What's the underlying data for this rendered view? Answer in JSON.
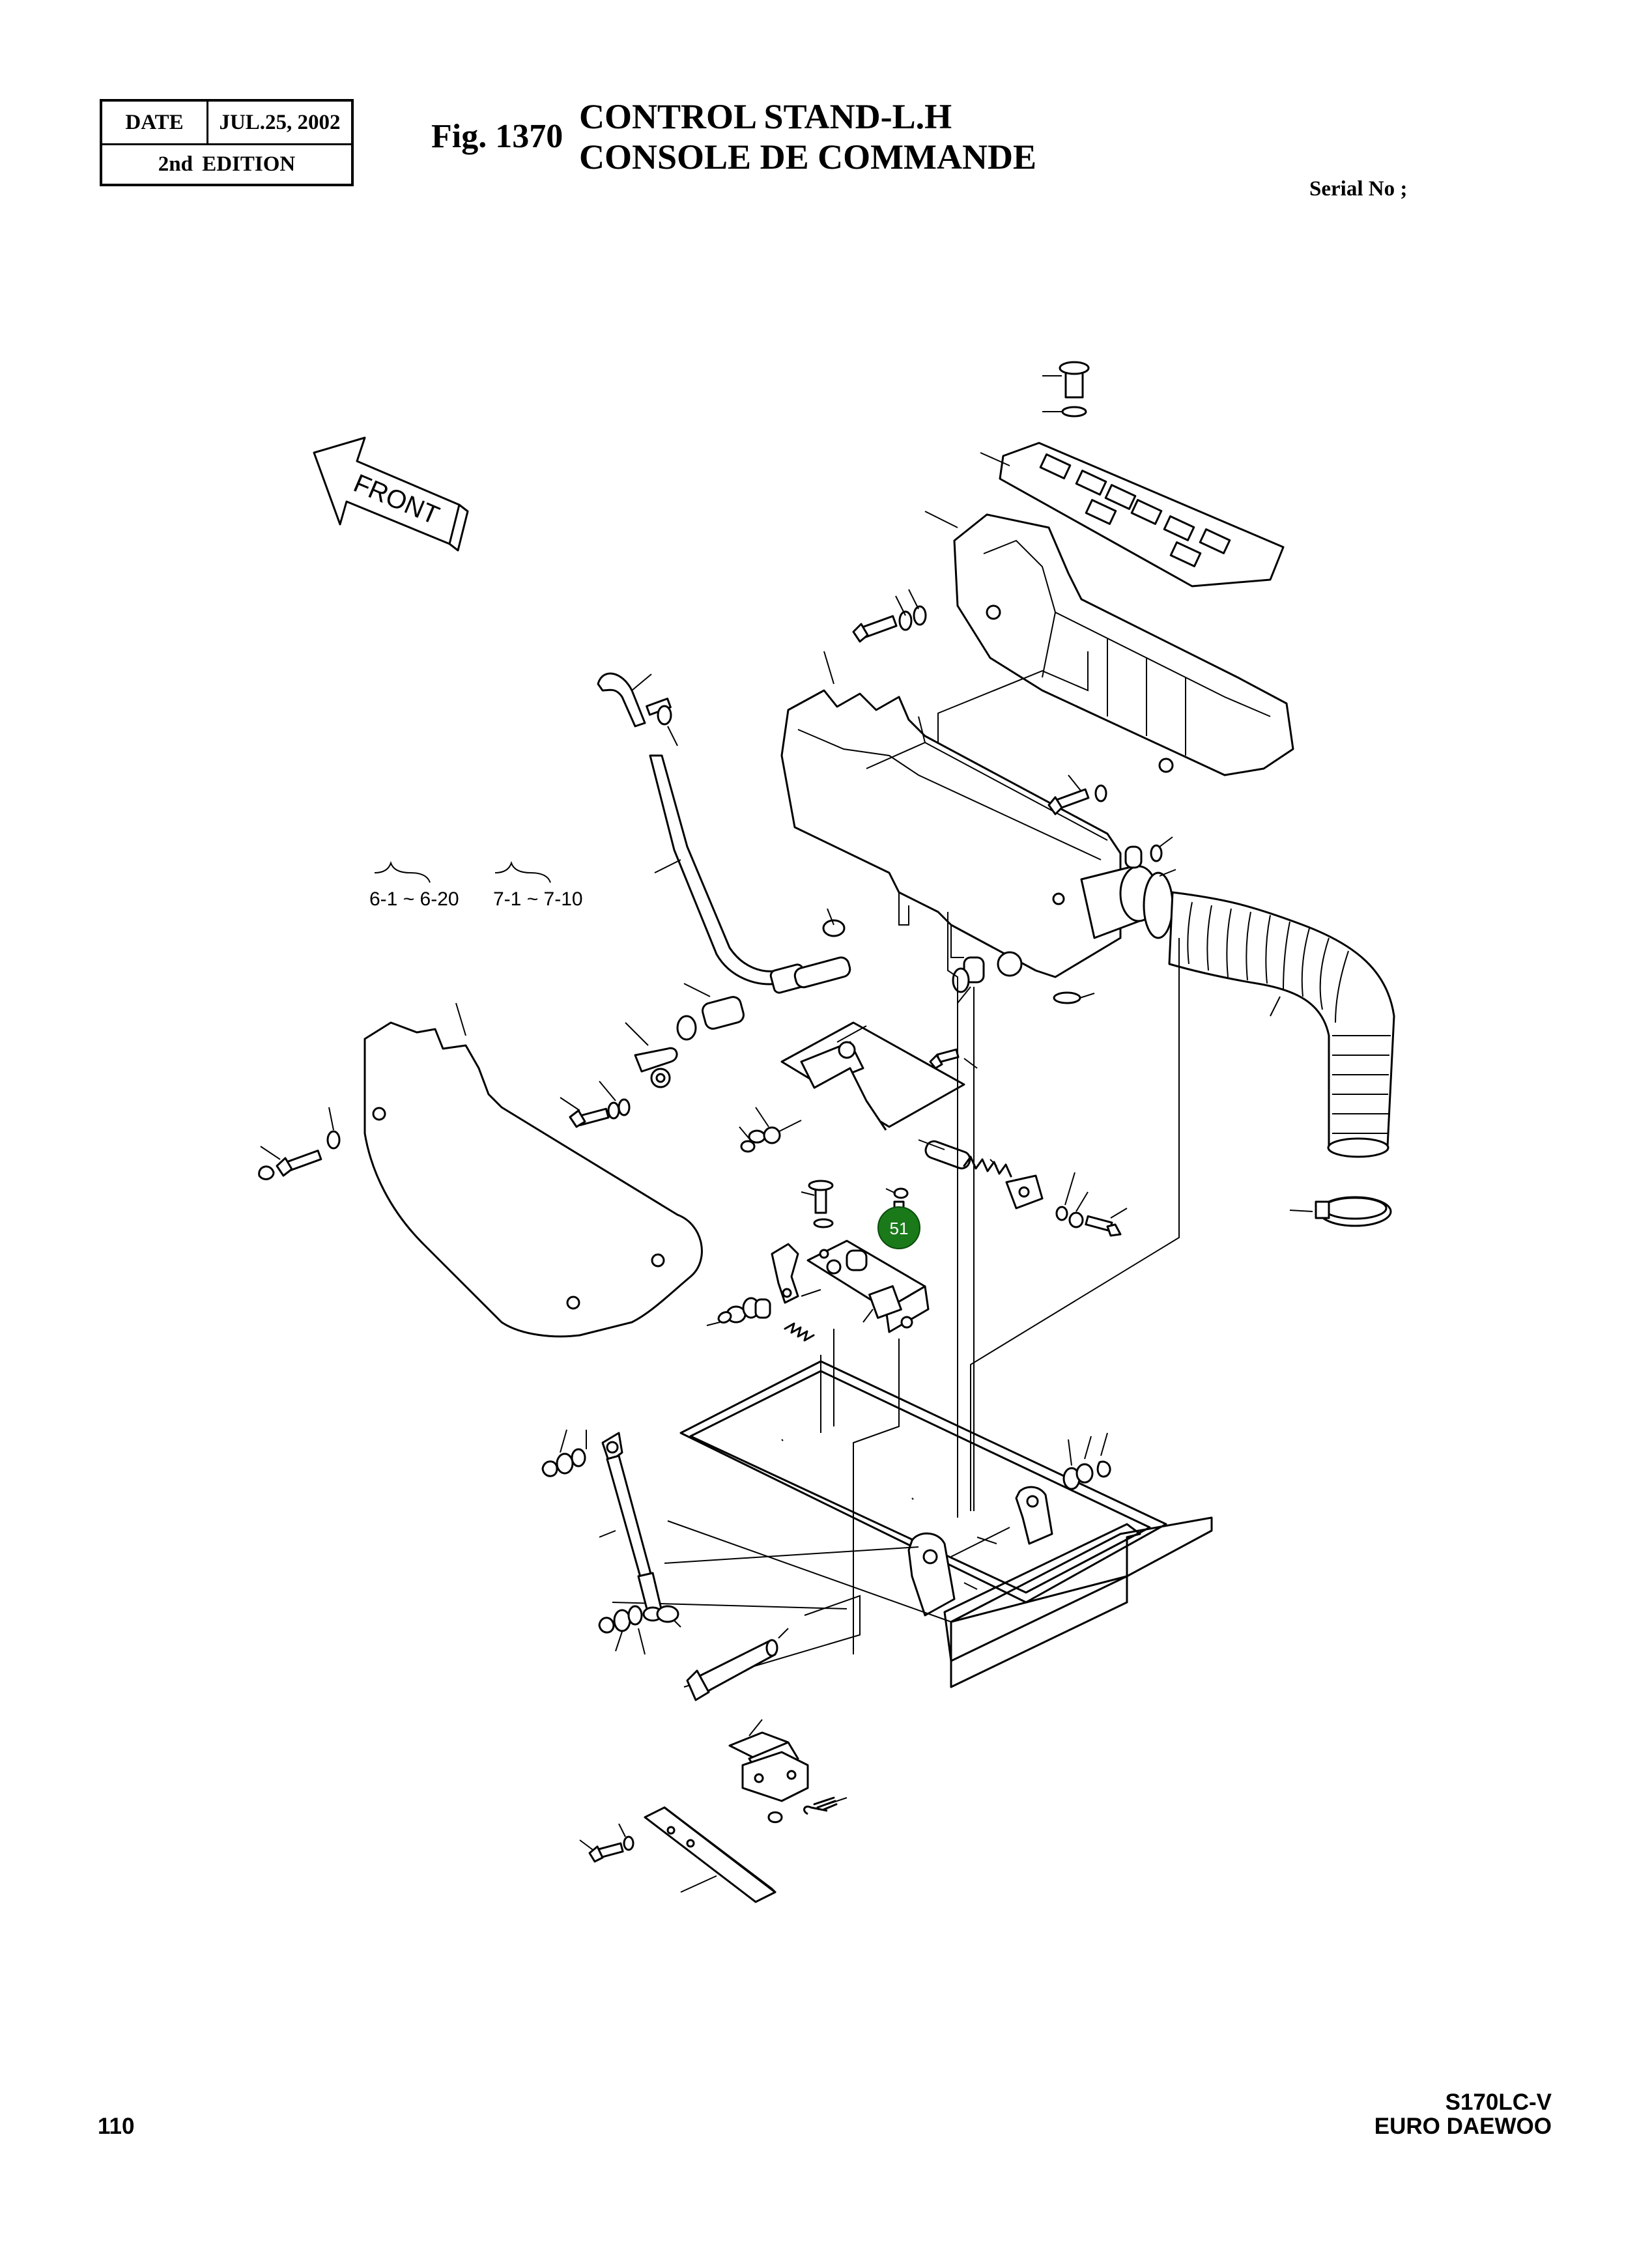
{
  "header": {
    "date_label": "DATE",
    "date_value": "JUL.25, 2002",
    "edition": "2nd  EDITION",
    "fig_number": "Fig. 1370",
    "title_en": "CONTROL STAND-L.H",
    "title_fr": "CONSOLE DE COMMANDE",
    "serial_label": "Serial No ;"
  },
  "diagram": {
    "front_arrow_label": "FRONT",
    "group_refs": [
      "6-1 ~ 6-20",
      "7-1 ~ 7-10"
    ],
    "hotspot": {
      "label": "51",
      "color": "#1a7a1a"
    }
  },
  "footer": {
    "page_number": "110",
    "model": "S170LC-V",
    "brand": "EURO DAEWOO"
  }
}
